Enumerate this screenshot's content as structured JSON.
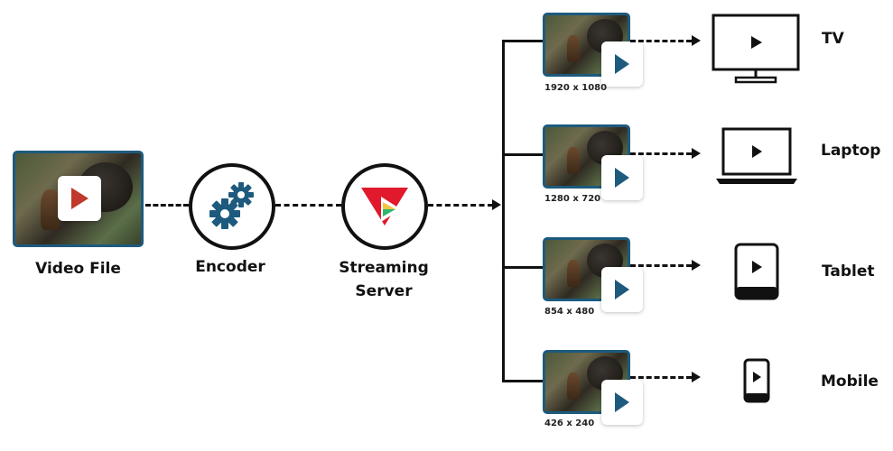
{
  "source": {
    "label": "Video File"
  },
  "encoder": {
    "label": "Encoder"
  },
  "server": {
    "label_line1": "Streaming",
    "label_line2": "Server"
  },
  "renditions": [
    {
      "resolution": "1920 x 1080",
      "device": "TV"
    },
    {
      "resolution": "1280 x 720",
      "device": "Laptop"
    },
    {
      "resolution": "854 x 480",
      "device": "Tablet"
    },
    {
      "resolution": "426 x 240",
      "device": "Mobile"
    }
  ],
  "colors": {
    "accent": "#1d5a7e",
    "play_red": "#c0392b",
    "gear_blue": "#1d5a7e",
    "line": "#111111"
  },
  "icons": {
    "encoder": "gears-icon",
    "server": "streaming-logo-icon"
  }
}
